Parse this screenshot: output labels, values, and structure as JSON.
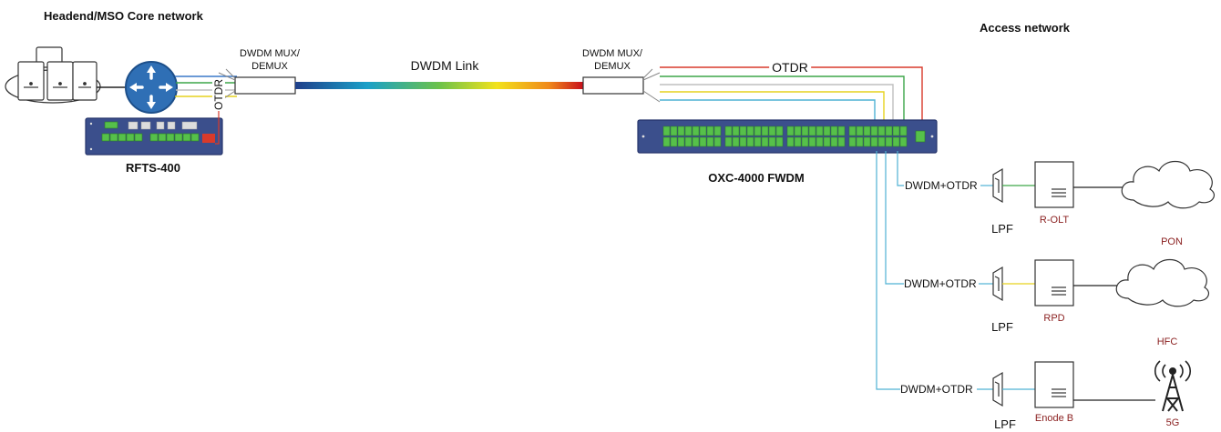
{
  "labels": {
    "headend_title": "Headend/MSO Core network",
    "access_title": "Access network",
    "rfts": "RFTS-400",
    "mux_left_line1": "DWDM MUX/",
    "mux_left_line2": "DEMUX",
    "mux_right_line1": "DWDM MUX/",
    "mux_right_line2": "DEMUX",
    "dwdm_link": "DWDM Link",
    "otdr_vertical": "OTDR",
    "otdr_top": "OTDR",
    "oxc": "OXC-4000 FWDM",
    "branch1": "DWDM+OTDR",
    "branch2": "DWDM+OTDR",
    "branch3": "DWDM+OTDR",
    "lpf1": "LPF",
    "lpf2": "LPF",
    "lpf3": "LPF",
    "rolt": "R-OLT",
    "rpd": "RPD",
    "enodeb": "Enode B",
    "pon": "PON",
    "hfc": "HFC",
    "g5": "5G"
  },
  "colors": {
    "fiber_blue": "#3a78c9",
    "fiber_green": "#3da649",
    "fiber_yellow": "#e6d21e",
    "fiber_red": "#d93a2b",
    "fiber_cyan": "#4fb2d4",
    "router_blue": "#2f6fb5",
    "chassis_blue": "#3b4f8c",
    "port_green": "#56c04a",
    "label_dark_red": "#8a1f1f"
  },
  "icons": [
    "server-stack-icon",
    "router-icon",
    "cloud-icon",
    "cell-tower-icon",
    "lpf-filter-icon",
    "equipment-box-icon"
  ]
}
